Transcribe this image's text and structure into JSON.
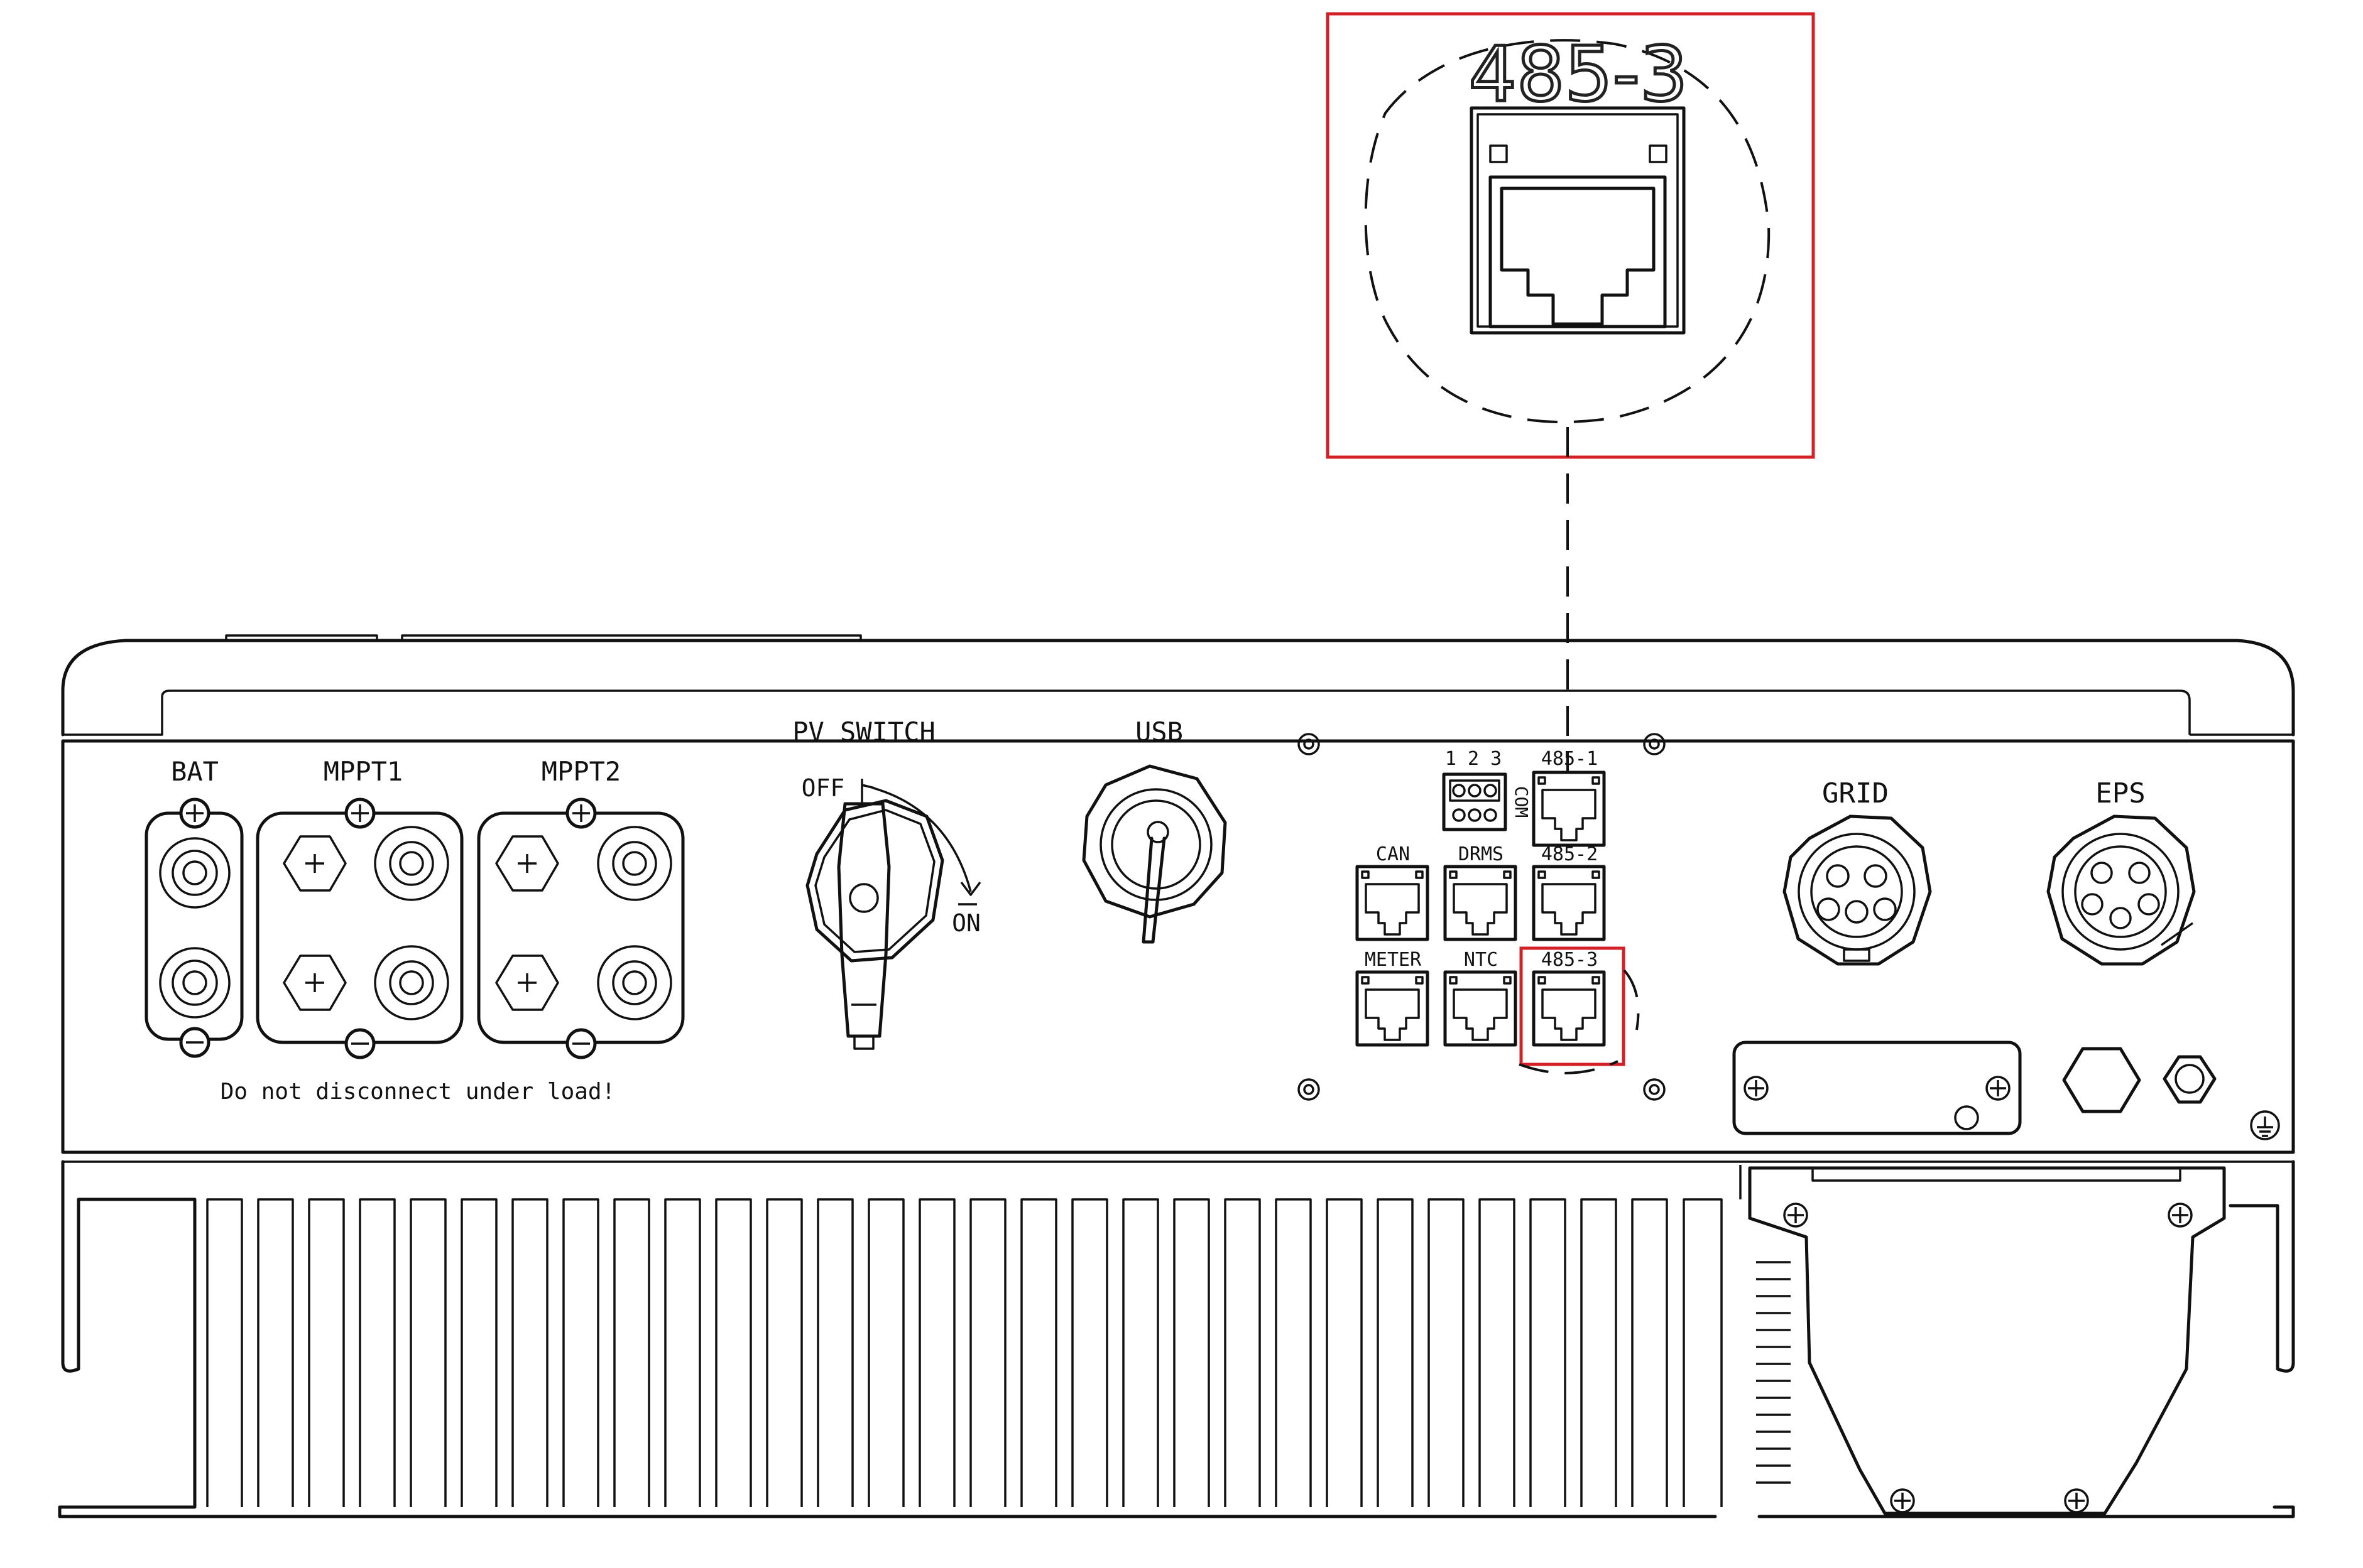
{
  "callout": {
    "zoom_label": "485-3",
    "highlight_color": "#d32027"
  },
  "panel": {
    "bat_label": "BAT",
    "mppt1_label": "MPPT1",
    "mppt2_label": "MPPT2",
    "pv_switch_label": "PV SWITCH",
    "off_label": "OFF",
    "on_label": "ON",
    "usb_label": "USB",
    "warning": "Do not disconnect under load!",
    "com_pins": "1 2 3",
    "com_label": "COM",
    "ports": {
      "rs485_1": "485-1",
      "rs485_2": "485-2",
      "rs485_3": "485-3",
      "can": "CAN",
      "drms": "DRMS",
      "meter": "METER",
      "ntc": "NTC"
    },
    "grid_label": "GRID",
    "eps_label": "EPS"
  }
}
